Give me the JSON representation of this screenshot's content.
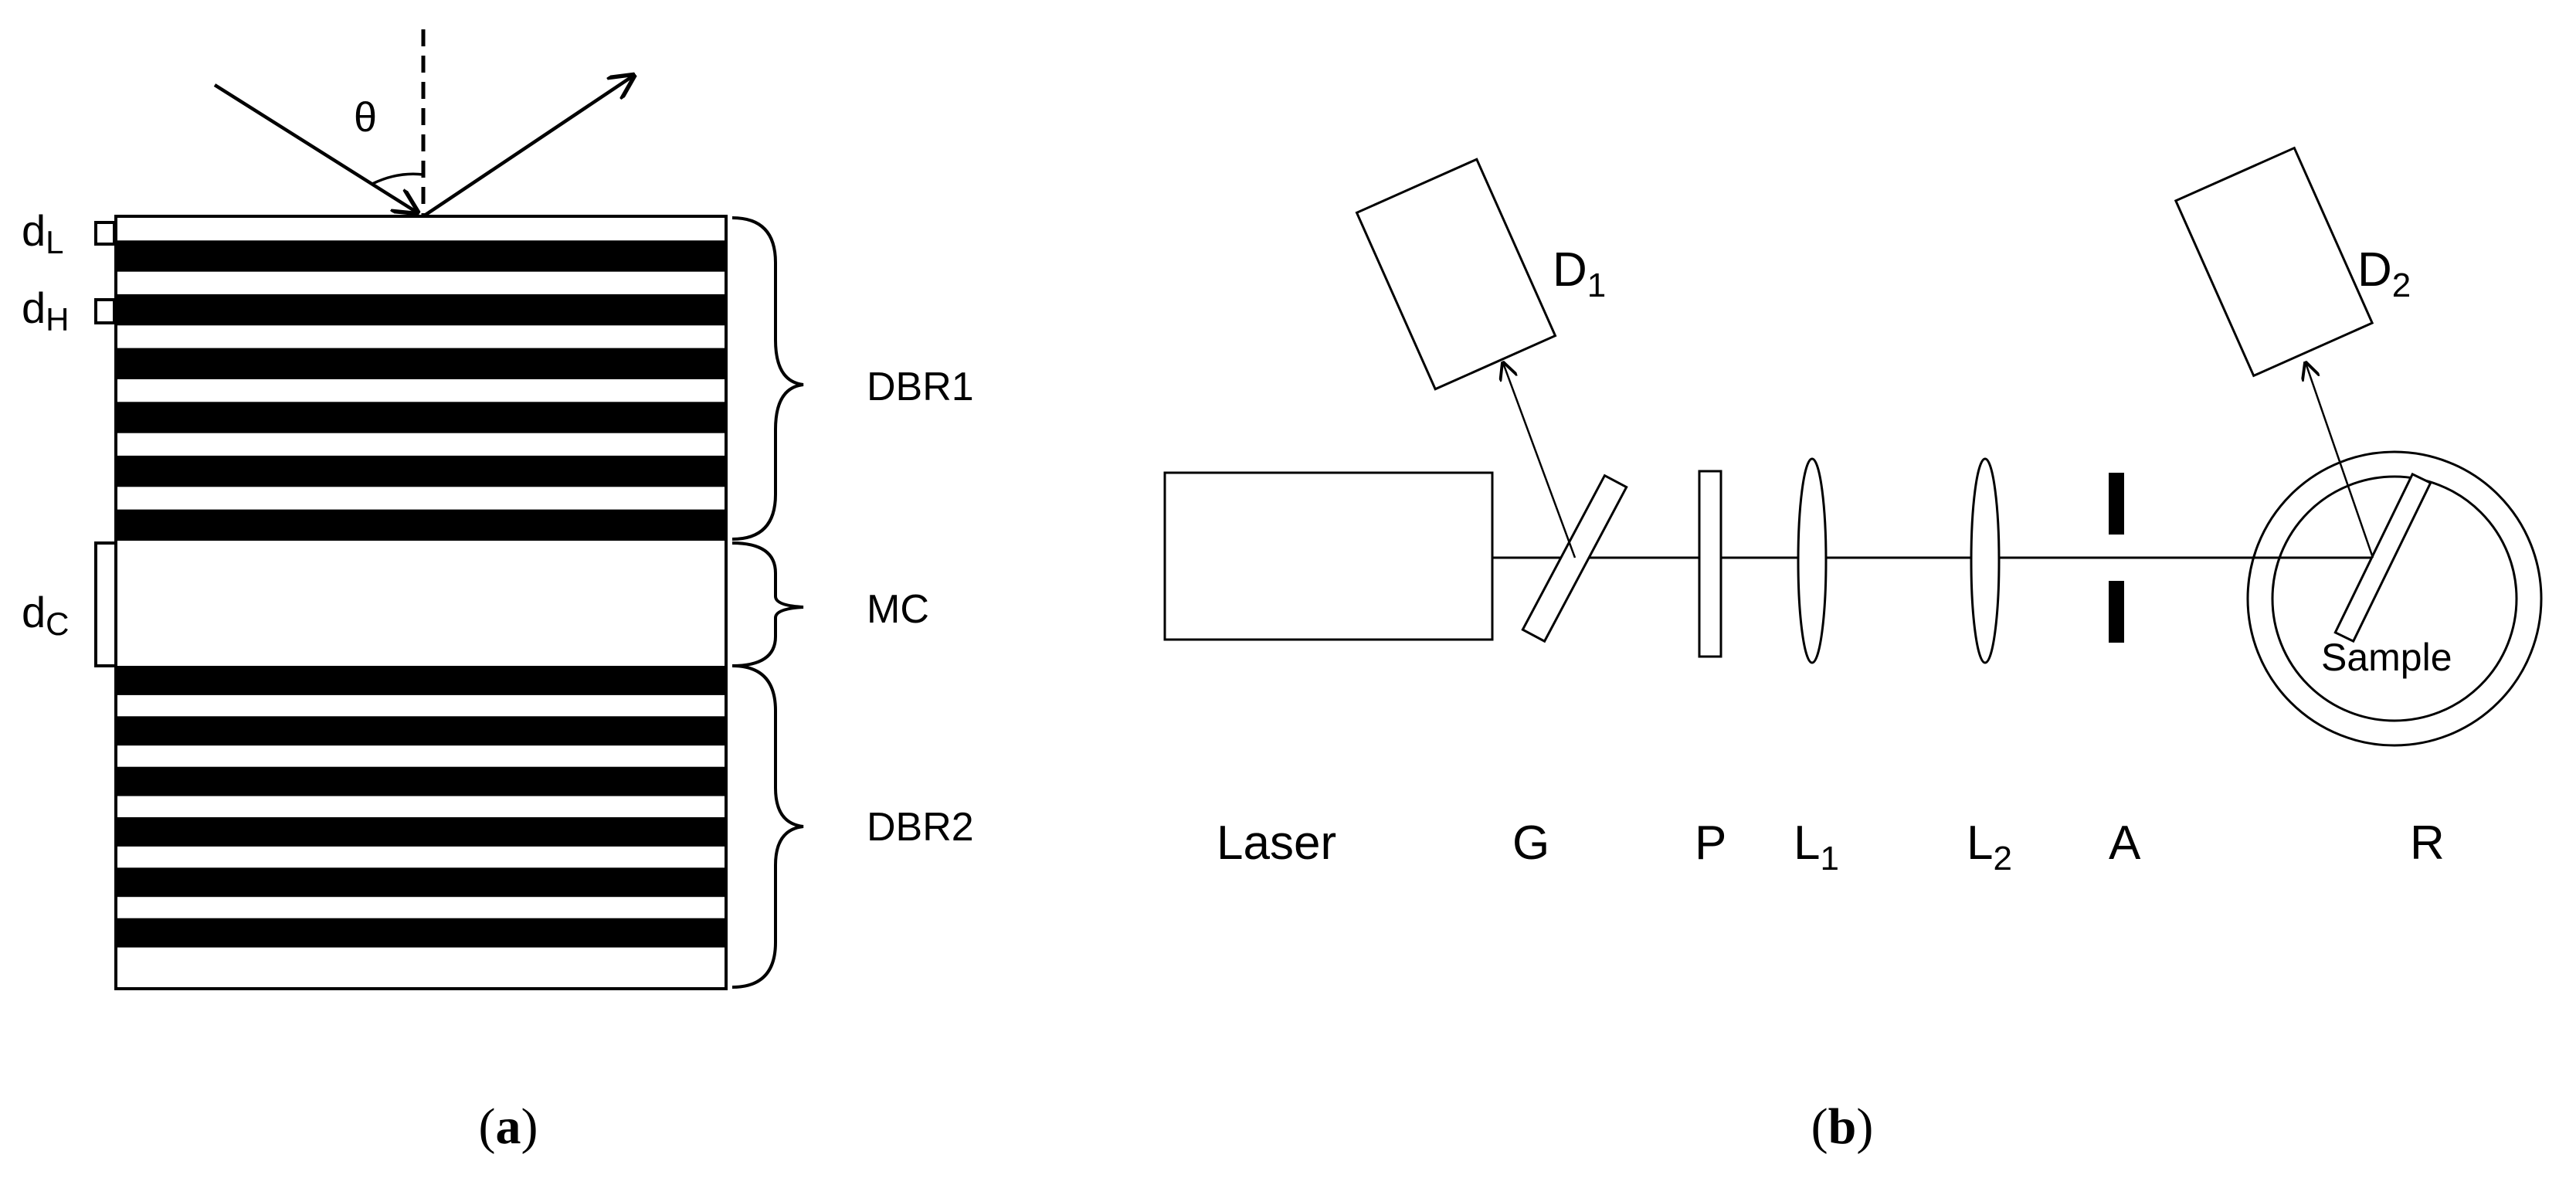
{
  "panel_a": {
    "theta": "θ",
    "d_l": {
      "main": "d",
      "sub": "L"
    },
    "d_h": {
      "main": "d",
      "sub": "H"
    },
    "d_c": {
      "main": "d",
      "sub": "C"
    },
    "dbr1": "DBR1",
    "mc": "MC",
    "dbr2": "DBR2",
    "caption": {
      "open": "(",
      "letter": "a",
      "close": ")"
    }
  },
  "panel_b": {
    "d1": {
      "main": "D",
      "sub": "1"
    },
    "d2": {
      "main": "D",
      "sub": "2"
    },
    "sample": "Sample",
    "laser": "Laser",
    "g": "G",
    "p": "P",
    "l1": {
      "main": "L",
      "sub": "1"
    },
    "l2": {
      "main": "L",
      "sub": "2"
    },
    "a": "A",
    "r": "R",
    "caption": {
      "open": "(",
      "letter": "b",
      "close": ")"
    }
  },
  "colors": {
    "ink": "#000000",
    "background": "#ffffff"
  }
}
